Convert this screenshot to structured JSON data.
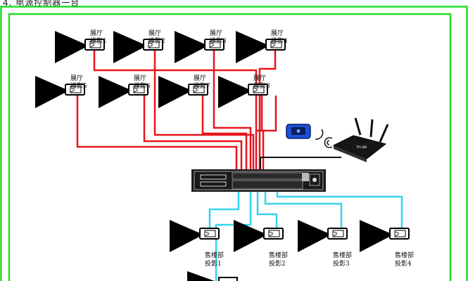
{
  "heading": "4.   电源控制器一台",
  "colors": {
    "frame": "#22dd22",
    "power_wire": "#e8141c",
    "signal_wire": "#33d6ee",
    "network_wire": "#111111"
  },
  "hall_projectors": [
    {
      "line1": "展厅",
      "line2": "投影1"
    },
    {
      "line1": "展厅",
      "line2": "投影2"
    },
    {
      "line1": "展厅",
      "line2": "投影3"
    },
    {
      "line1": "展厅",
      "line2": "投影4"
    },
    {
      "line1": "展厅",
      "line2": "投影5"
    },
    {
      "line1": "展厅",
      "line2": "投影6"
    },
    {
      "line1": "展厅",
      "line2": "投影7"
    },
    {
      "line1": "展厅",
      "line2": "投影8"
    }
  ],
  "sales_projectors": [
    {
      "line1": "售楼部",
      "line2": "投影1"
    },
    {
      "line1": "售楼部",
      "line2": "投影2"
    },
    {
      "line1": "售楼部",
      "line2": "投影3"
    },
    {
      "line1": "售楼部",
      "line2": "投影4"
    }
  ],
  "router": {
    "brand": "TP-LINK",
    "icon": "wifi-router-icon"
  },
  "remote": {
    "icon": "remote-control-icon"
  },
  "wireless": {
    "icon": "wireless-signal-icon"
  },
  "controller": {
    "icon": "power-controller-icon"
  }
}
